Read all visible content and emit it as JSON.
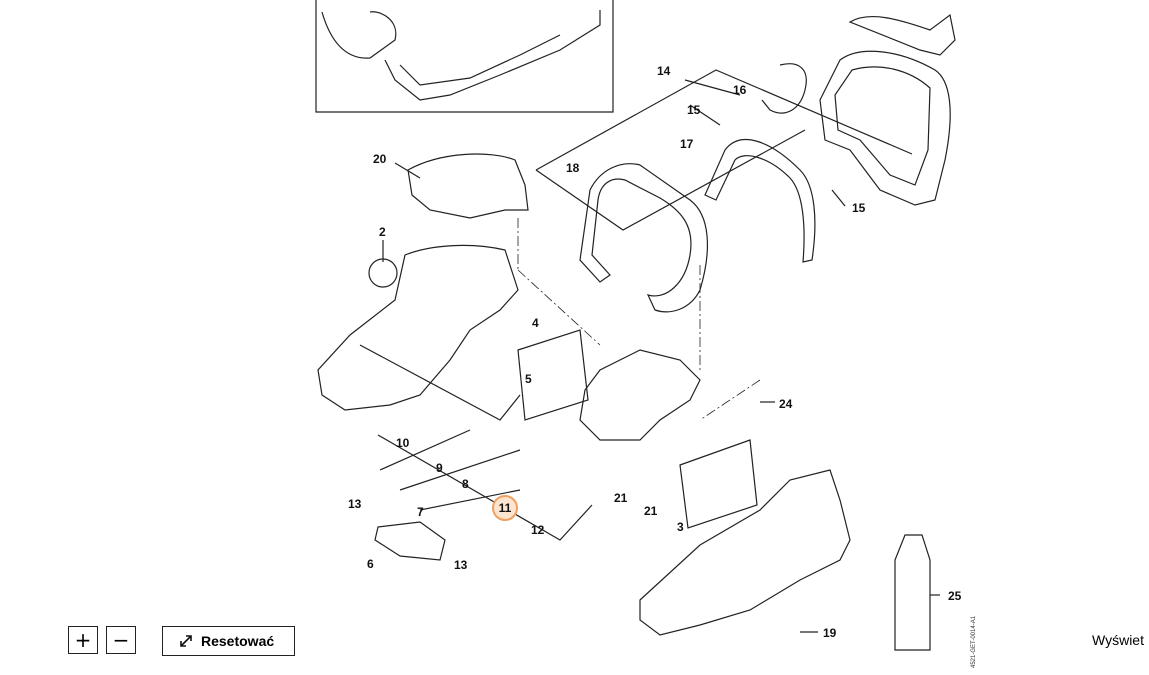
{
  "diagram": {
    "callouts": {
      "c20": "20",
      "c2": "2",
      "c18": "18",
      "c14": "14",
      "c15a": "15",
      "c16": "16",
      "c17": "17",
      "c15b": "15",
      "c4": "4",
      "c5": "5",
      "c10": "10",
      "c9": "9",
      "c8": "8",
      "c7": "7",
      "c13a": "13",
      "c11": "11",
      "c12": "12",
      "c6": "6",
      "c13b": "13",
      "c21a": "21",
      "c21b": "21",
      "c3": "3",
      "c24": "24",
      "c25": "25",
      "c19": "19"
    },
    "selected_part": "11",
    "doc_code": "4521-GET-0014-A1",
    "highlight_color": "#f0a060"
  },
  "controls": {
    "zoom_in": "+",
    "zoom_out": "−",
    "reset_label": "Resetować",
    "view_link": "Wyświet"
  }
}
